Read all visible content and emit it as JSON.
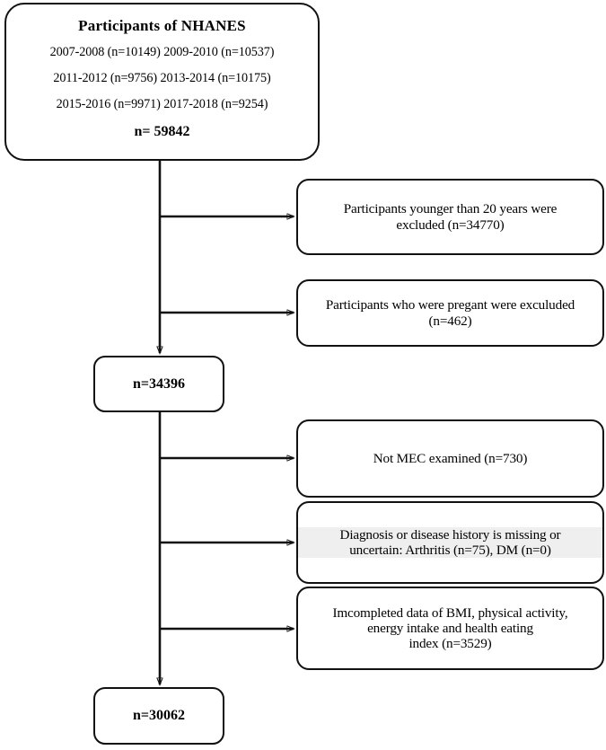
{
  "diagram": {
    "type": "flowchart",
    "title": "NHANES participant selection flow diagram",
    "source": {
      "title": "Participants of NHANES",
      "cycles": [
        "2007-2008 (n=10149) 2009-2010 (n=10537)",
        "2011-2012 (n=9756) 2013-2014 (n=10175)",
        "2015-2016 (n=9971) 2017-2018 (n=9254)"
      ],
      "total": "n= 59842"
    },
    "counts": {
      "after_first_exclusions": "n=34396",
      "final": "n=30062"
    },
    "exclusions_stage_one": [
      {
        "id": "age",
        "lines": [
          "Participants younger than 20 years were",
          "excluded (n=34770)"
        ],
        "highlight": false
      },
      {
        "id": "pregnant",
        "lines": [
          "Participants who were pregant were exculuded",
          "(n=462)"
        ],
        "highlight": false
      }
    ],
    "exclusions_stage_two": [
      {
        "id": "mec",
        "lines": [
          "Not MEC examined (n=730)"
        ],
        "highlight": false
      },
      {
        "id": "diagnosis",
        "lines": [
          "Diagnosis or disease history  is missing or",
          "uncertain: Arthritis (n=75), DM (n=0)"
        ],
        "highlight": true
      },
      {
        "id": "incomplete",
        "lines": [
          "Imcompleted data of BMI, physical activity,",
          "energy intake and health eating",
          "index (n=3529)"
        ],
        "highlight": false
      }
    ],
    "colors": {
      "stroke": "#111111",
      "background": "#ffffff",
      "highlight": "#efefef"
    }
  }
}
